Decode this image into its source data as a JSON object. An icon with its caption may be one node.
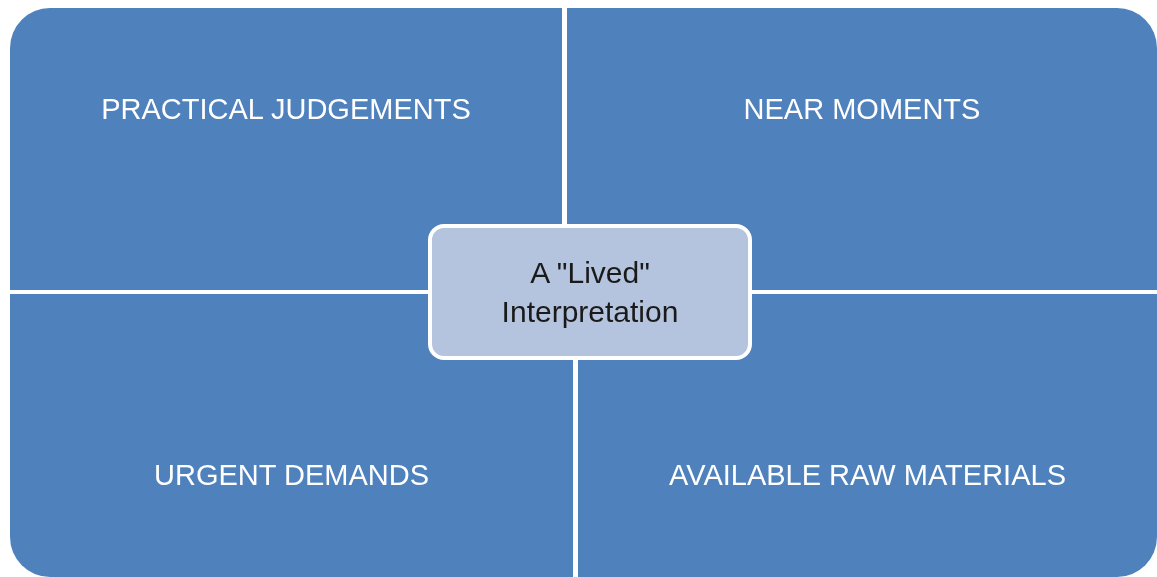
{
  "diagram": {
    "nodes": [
      {
        "text": [
          "PRACTICAL JUDGEMENTS"
        ]
      },
      {
        "text": [
          "NEAR MOMENTS"
        ]
      },
      {
        "text": [
          "URGENT DEMANDS"
        ]
      },
      {
        "text": [
          "AVAILABLE RAW MATERIALS"
        ]
      },
      {
        "text": [
          "A \"Lived\" Interpretation"
        ]
      }
    ]
  }
}
